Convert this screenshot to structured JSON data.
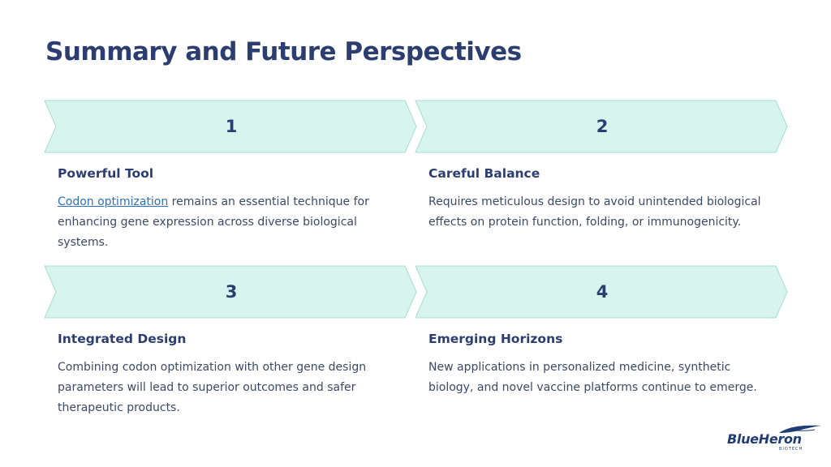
{
  "title": "Summary and Future Perspectives",
  "colors": {
    "title": "#2c3e70",
    "chevron_fill": "#d8f4ee",
    "chevron_stroke": "#a8dccf",
    "body_text": "#3a4a66",
    "link": "#2f6fb5"
  },
  "steps": [
    {
      "number": "1",
      "heading": "Powerful Tool",
      "link_text": "Codon optimization",
      "text": " remains an essential technique for enhancing gene expression across diverse biological systems."
    },
    {
      "number": "2",
      "heading": "Careful Balance",
      "text": "Requires meticulous design to avoid unintended biological effects on protein function, folding, or immunogenicity."
    },
    {
      "number": "3",
      "heading": "Integrated Design",
      "text": "Combining codon optimization with other gene design parameters will lead to superior outcomes and safer therapeutic products."
    },
    {
      "number": "4",
      "heading": "Emerging Horizons",
      "text": "New applications in personalized medicine, synthetic biology, and novel vaccine platforms continue to emerge."
    }
  ],
  "logo": {
    "brand": "BlueHeron",
    "tagline": "BIOTECH",
    "icon": "heron-bird-icon"
  }
}
